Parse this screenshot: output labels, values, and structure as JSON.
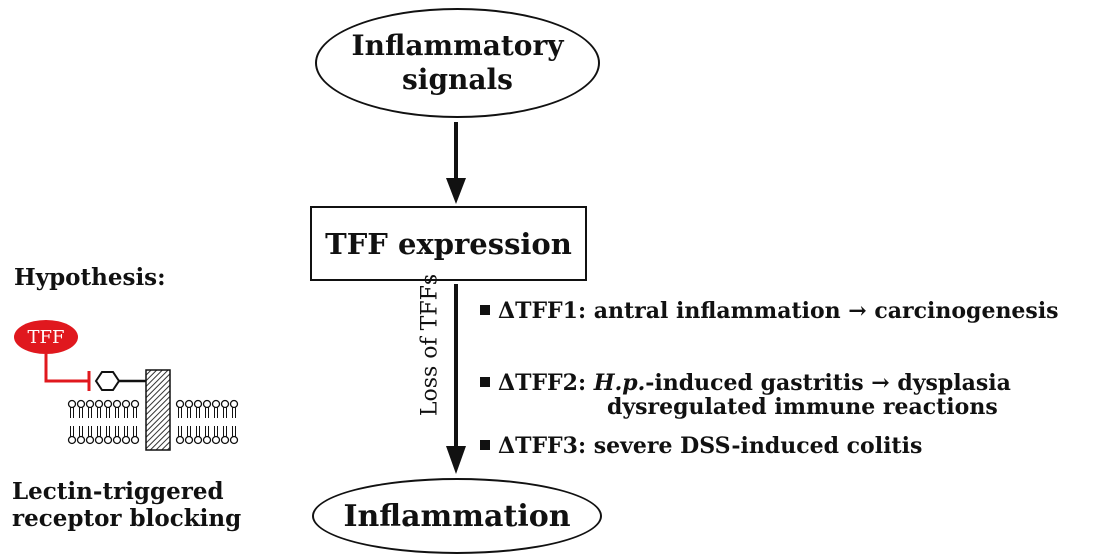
{
  "nodes": {
    "top_line1": "Inflammatory",
    "top_line2": "signals",
    "middle": "TFF expression",
    "bottom": "Inflammation"
  },
  "edge_label": "Loss of TFFs",
  "bullets": {
    "b1_head": "ΔTFF1:",
    "b1_text": " antral inflammation → carcinogenesis",
    "b2_head": "ΔTFF2:",
    "b2_italic": "H.p.",
    "b2_text": "-induced gastritis → dysplasia",
    "b2_cont": "dysregulated immune reactions",
    "b3_head": "ΔTFF3:",
    "b3_text": " severe DSS-induced colitis"
  },
  "hypothesis": {
    "label": "Hypothesis:",
    "pill": "TFF",
    "caption_line1": "Lectin-triggered",
    "caption_line2": "receptor blocking"
  },
  "colors": {
    "pill": "#e0181e",
    "ink": "#111111"
  }
}
